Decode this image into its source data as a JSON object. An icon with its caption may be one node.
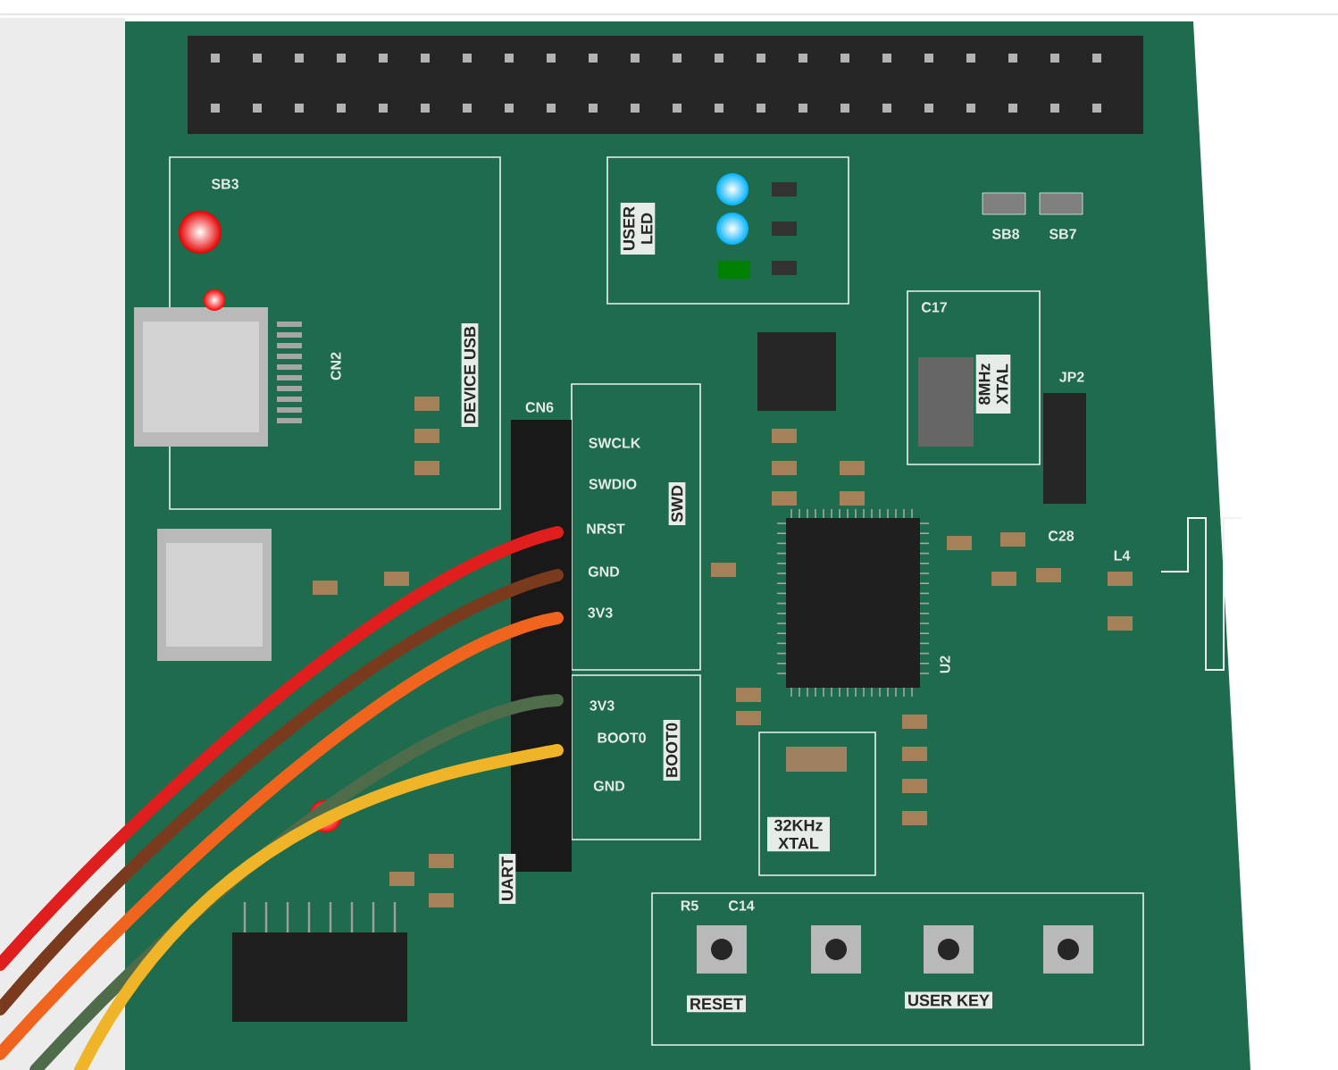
{
  "diagram": {
    "labels": [
      "SB3",
      "USER LED",
      "SB8",
      "SB7",
      "C17",
      "CN2",
      "DEVICE USB",
      "8MHz XTAL",
      "JP2",
      "CN6",
      "SWCLK",
      "SWDIO",
      "SWD",
      "NRST",
      "C28",
      "L4",
      "GND",
      "3V3",
      "U2",
      "3V3",
      "BOOT0",
      "BOOT0",
      "GND",
      "32KHz XTAL",
      "UART",
      "R5",
      "C14",
      "RESET",
      "USER KEY"
    ]
  }
}
